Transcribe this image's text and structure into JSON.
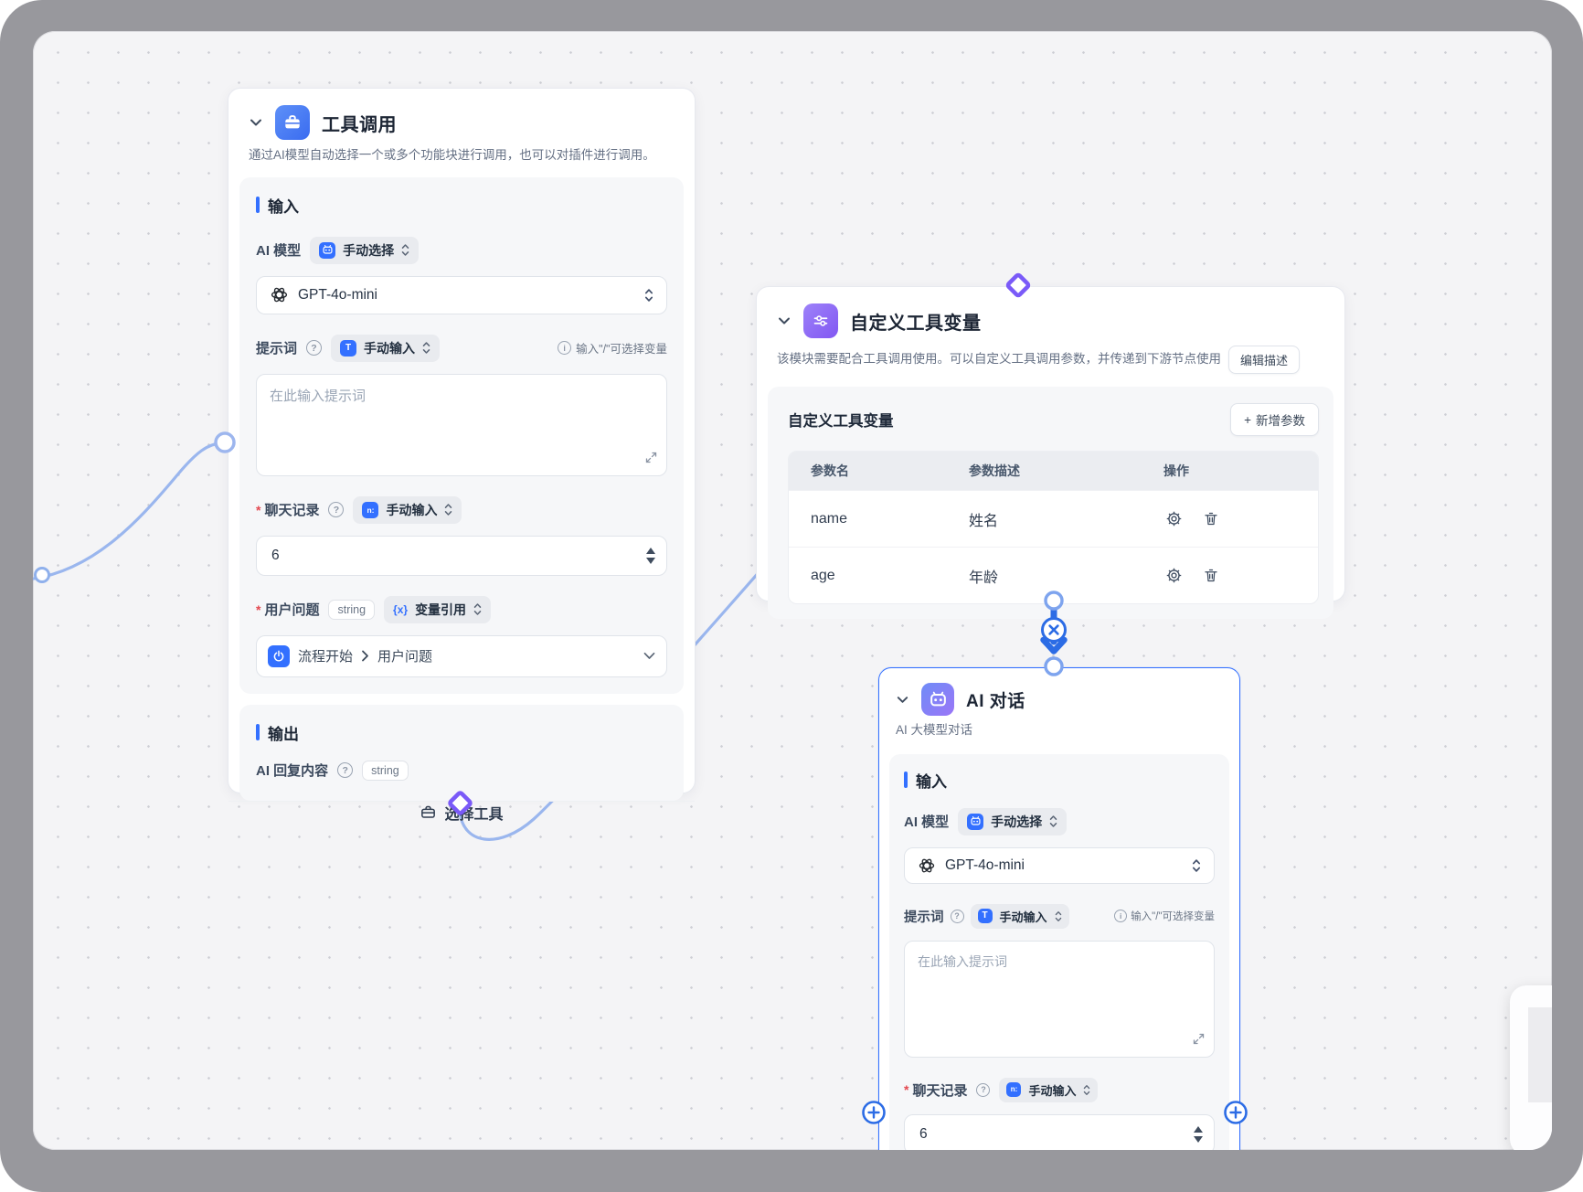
{
  "glyphs": {
    "required_mark": "*",
    "help": "?",
    "info": "i",
    "plus": "+",
    "text_icon": "T",
    "history_icon": "n:",
    "var_icon": "{x}"
  },
  "common": {
    "input_section": "输入",
    "ai_model_label": "AI 模型",
    "manual_select": "手动选择",
    "model_name": "GPT-4o-mini",
    "prompt_label": "提示词",
    "manual_input": "手动输入",
    "slash_hint": "输入\"/\"可选择变量",
    "prompt_placeholder": "在此输入提示词",
    "history_label": "聊天记录",
    "history_value": "6",
    "string_type": "string"
  },
  "nodes": {
    "tool_call": {
      "title": "工具调用",
      "description": "通过AI模型自动选择一个或多个功能块进行调用，也可以对插件进行调用。",
      "question_label": "用户问题",
      "var_ref_label": "变量引用",
      "flow_start": "流程开始",
      "question_value": "用户问题",
      "output_section": "输出",
      "reply_label": "AI 回复内容",
      "select_tool": "选择工具"
    },
    "custom_vars": {
      "title": "自定义工具变量",
      "description": "该模块需要配合工具调用使用。可以自定义工具调用参数，并传递到下游节点使用",
      "edit_desc_button": "编辑描述",
      "panel_title": "自定义工具变量",
      "add_param_button": "新增参数",
      "col_name": "参数名",
      "col_desc": "参数描述",
      "col_ops": "操作",
      "rows": [
        {
          "name": "name",
          "desc": "姓名"
        },
        {
          "name": "age",
          "desc": "年龄"
        }
      ]
    },
    "ai_chat": {
      "title": "AI 对话",
      "subtitle": "AI 大模型对话"
    }
  }
}
